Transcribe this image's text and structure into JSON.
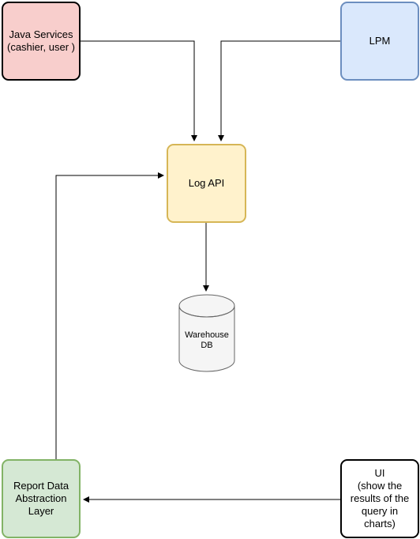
{
  "diagram": {
    "nodes": {
      "java_services": {
        "label": "Java Services\n(cashier, user )"
      },
      "lpm": {
        "label": "LPM"
      },
      "log_api": {
        "label": "Log API"
      },
      "warehouse_db": {
        "label": "Warehouse\nDB"
      },
      "report_layer": {
        "label": "Report Data\nAbstraction\nLayer"
      },
      "ui": {
        "label": "UI\n(show the\nresults of the\nquery in\ncharts)"
      }
    },
    "edges": [
      {
        "from": "java_services",
        "to": "log_api"
      },
      {
        "from": "lpm",
        "to": "log_api"
      },
      {
        "from": "log_api",
        "to": "warehouse_db"
      },
      {
        "from": "ui",
        "to": "report_layer"
      },
      {
        "from": "report_layer",
        "to": "log_api"
      }
    ],
    "colors": {
      "java_services_fill": "#f8cecc",
      "lpm_fill": "#dae8fc",
      "lpm_stroke": "#6c8ebf",
      "log_api_fill": "#fff2cc",
      "log_api_stroke": "#d6b656",
      "report_fill": "#d5e8d4",
      "report_stroke": "#82b366",
      "db_fill": "#f5f5f5",
      "db_stroke": "#666666",
      "edge": "#000000"
    }
  }
}
